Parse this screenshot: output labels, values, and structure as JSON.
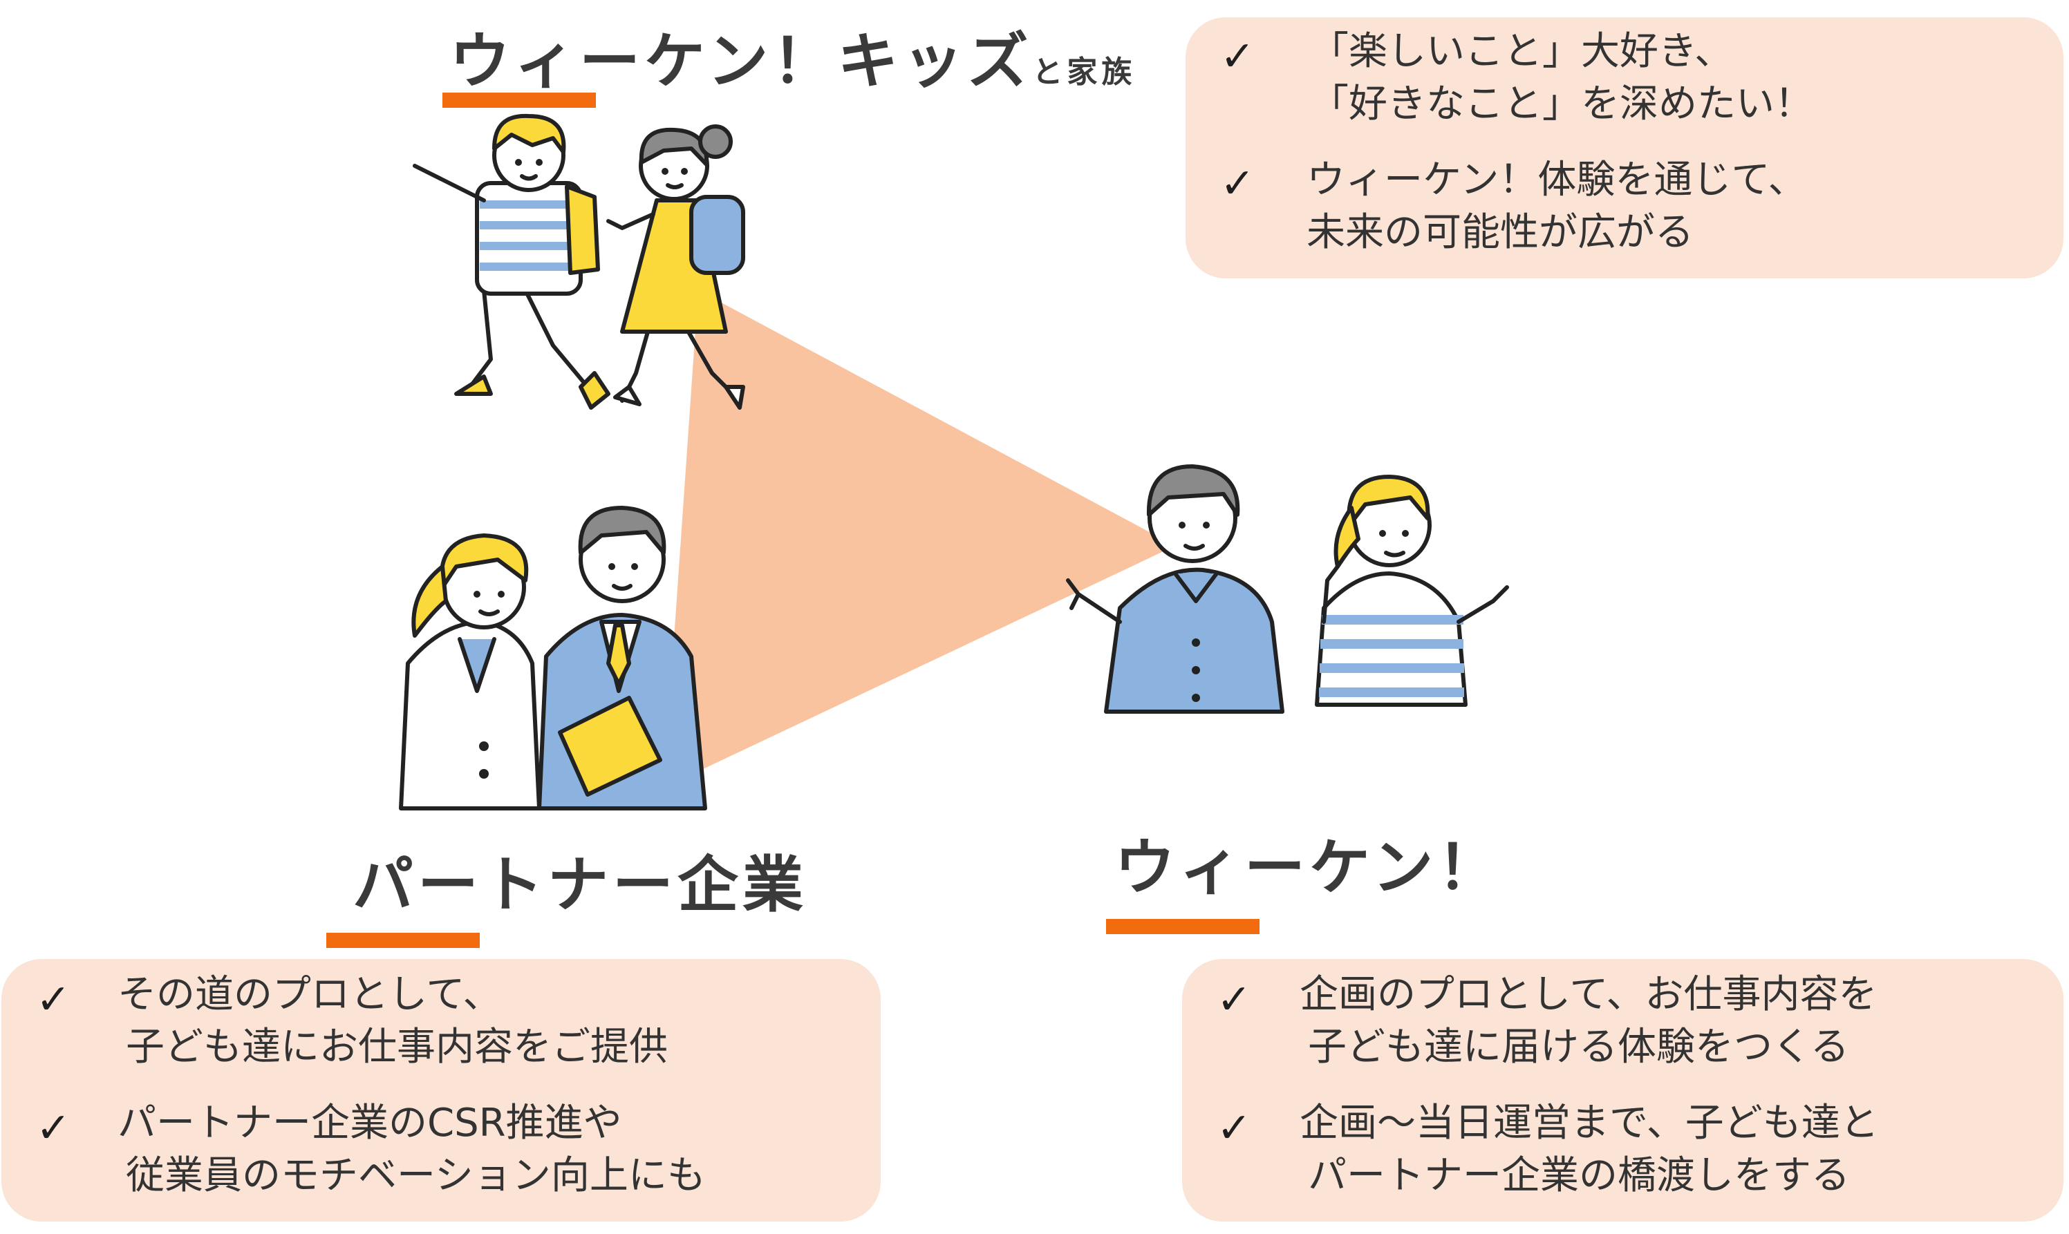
{
  "colors": {
    "accent": "#f26b0f",
    "triangle": "#f9c3a0",
    "box": "#fbe4d6",
    "yellow": "#fcd93a",
    "blue": "#8cb3e0",
    "gray": "#8a8a8a"
  },
  "nodes": {
    "kids": {
      "title": "ウィーケン！キッズ",
      "title_suffix": "と家族",
      "points": [
        [
          "「楽しいこと」大好き、",
          "「好きなこと」を深めたい！"
        ],
        [
          "ウィーケン！体験を通じて、",
          "未来の可能性が広がる"
        ]
      ]
    },
    "partner": {
      "title": "パートナー企業",
      "points": [
        [
          "その道のプロとして、",
          "子ども達にお仕事内容をご提供"
        ],
        [
          "パートナー企業のCSR推進や",
          "従業員のモチベーション向上にも"
        ]
      ]
    },
    "weeken": {
      "title": "ウィーケン！",
      "points": [
        [
          "企画のプロとして、お仕事内容を",
          "子ども達に届ける体験をつくる"
        ],
        [
          "企画〜当日運営まで、子ども達と",
          "パートナー企業の橋渡しをする"
        ]
      ]
    }
  },
  "check_mark": "✓"
}
